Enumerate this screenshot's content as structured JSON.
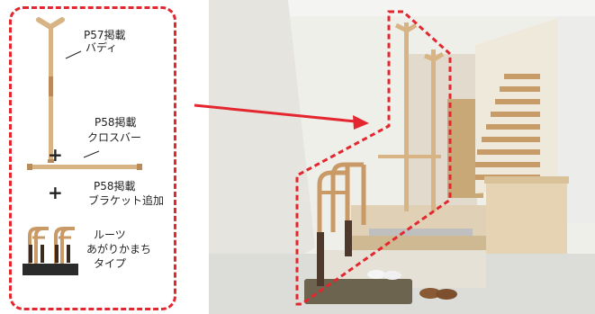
{
  "items": [
    {
      "page": "P57掲載",
      "name": "バディ"
    },
    {
      "page": "P58掲載",
      "name": "クロスバー"
    },
    {
      "page": "P58掲載",
      "name": "ブラケット追加"
    },
    {
      "name_lines": [
        "ルーツ",
        "あがりかまち",
        "タイプ"
      ]
    }
  ],
  "plus": "+",
  "colors": {
    "accent": "#e4262f",
    "wood": "#d8b383",
    "dark": "#2a2a2a"
  }
}
